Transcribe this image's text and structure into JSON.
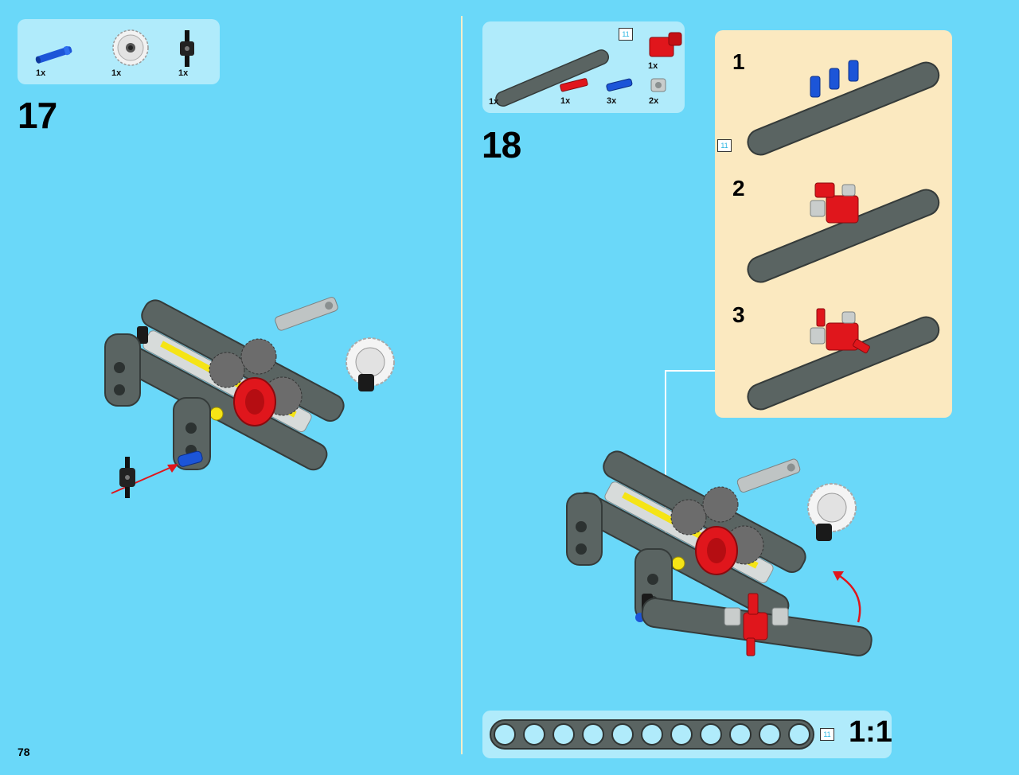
{
  "page_number": "78",
  "step17": {
    "number": "17",
    "parts": [
      {
        "name": "blue-axle-pin",
        "qty": "1x"
      },
      {
        "name": "white-gear",
        "qty": "1x"
      },
      {
        "name": "black-axle-connector",
        "qty": "1x"
      }
    ]
  },
  "step18": {
    "number": "18",
    "beam_length_badge": "11",
    "parts": [
      {
        "name": "dark-gray-beam-11",
        "qty": "1x"
      },
      {
        "name": "red-axle-2",
        "qty": "1x"
      },
      {
        "name": "blue-axle-pin",
        "qty": "3x"
      },
      {
        "name": "gray-bush",
        "qty": "2x"
      },
      {
        "name": "red-connector",
        "qty": "1x"
      }
    ],
    "substeps": [
      {
        "number": "1"
      },
      {
        "number": "2"
      },
      {
        "number": "3"
      }
    ],
    "substep_badge": "11"
  },
  "scale": {
    "badge": "11",
    "label": "1:1",
    "holes": 11
  },
  "colors": {
    "background": "#6ad8f9",
    "parts_box": "#b0ebfb",
    "sub_panel": "#fbe9c0",
    "beam": "#5a6462",
    "red": "#e0161c",
    "blue": "#1c55d8",
    "yellow": "#f5e416"
  }
}
